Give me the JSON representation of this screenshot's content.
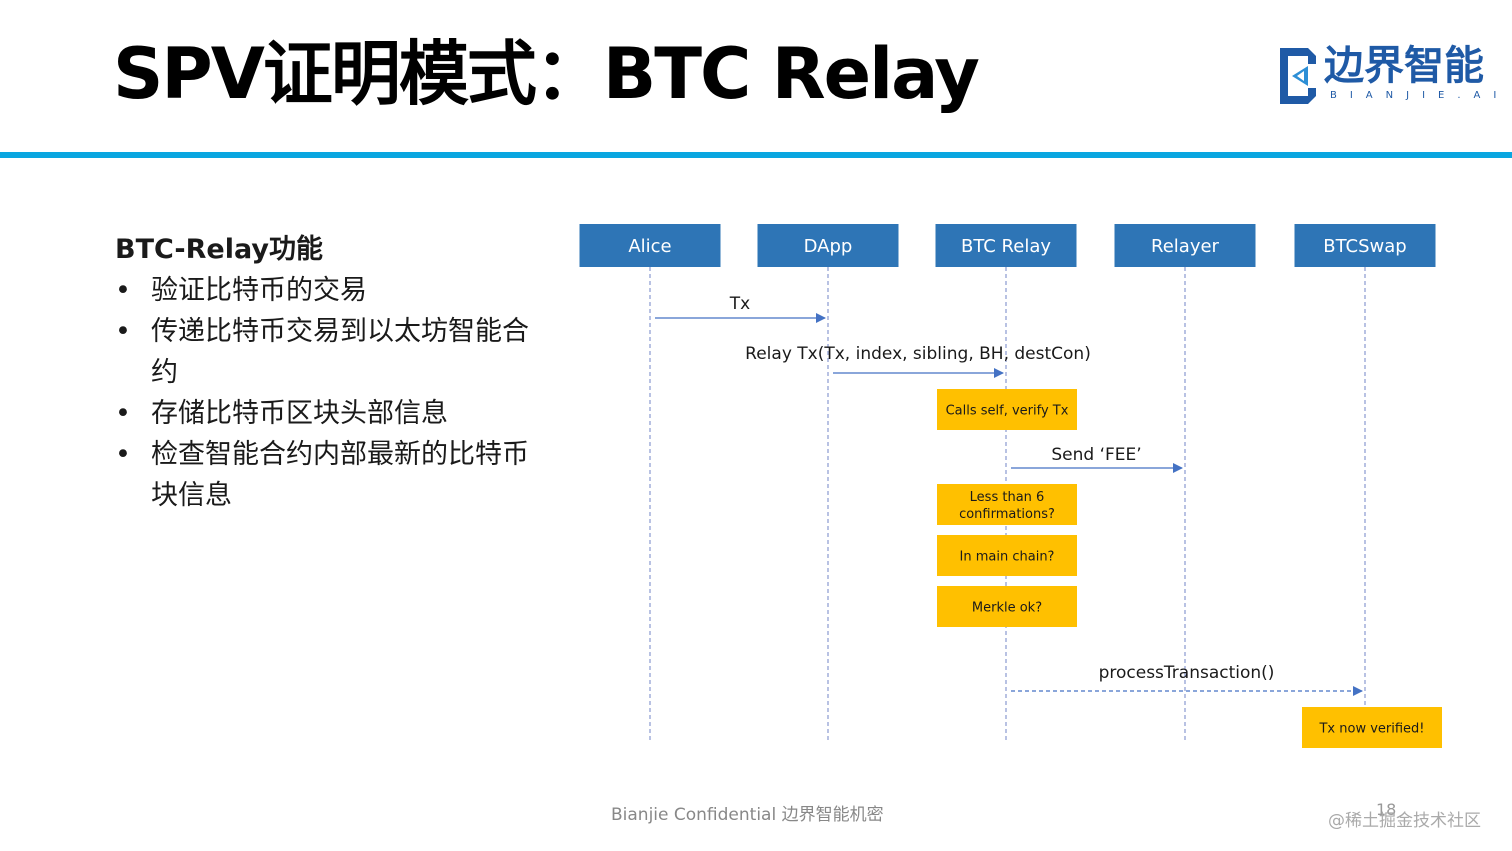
{
  "header": {
    "title": "SPV证明模式：BTC Relay",
    "logo": {
      "name_cn": "边界智能",
      "name_en": "BIANJIE.AI",
      "color": "#1f5aa6",
      "accent": "#2d8fd6"
    },
    "rule_color": "#0aa6e0"
  },
  "content": {
    "heading": "BTC-Relay功能",
    "bullet_glyph": "•",
    "bullets": [
      "验证比特币的交易",
      "传递比特币交易到以太坊智能合约",
      "存储比特币区块头部信息",
      "检查智能合约内部最新的比特币块信息"
    ]
  },
  "diagram": {
    "colors": {
      "actor": "#2e75b6",
      "note": "#ffc000",
      "arrow": "#4472c4",
      "lifeline": "#8a9ad0"
    },
    "actors": [
      "Alice",
      "DApp",
      "BTC Relay",
      "Relayer",
      "BTCSwap"
    ],
    "messages": [
      {
        "from": 0,
        "to": 1,
        "label": "Tx",
        "style": "solid"
      },
      {
        "from": 1,
        "to": 2,
        "label": "Relay Tx(Tx, index, sibling, BH, destCon)",
        "style": "solid"
      },
      {
        "from": 2,
        "to": 3,
        "label": "Send ‘FEE’",
        "style": "solid"
      },
      {
        "from": 2,
        "to": 4,
        "label": "processTransaction()",
        "style": "dashed"
      }
    ],
    "notes": [
      {
        "actor": 2,
        "lines": [
          "Calls self, verify Tx"
        ]
      },
      {
        "actor": 2,
        "lines": [
          "Less than 6",
          "confirmations?"
        ]
      },
      {
        "actor": 2,
        "lines": [
          "In main chain?"
        ]
      },
      {
        "actor": 2,
        "lines": [
          "Merkle ok?"
        ]
      },
      {
        "actor": 4,
        "lines": [
          "Tx now verified!"
        ]
      }
    ]
  },
  "footer": {
    "text": "Bianjie Confidential  边界智能机密",
    "page": "18",
    "watermark": "@稀土掘金技术社区"
  }
}
